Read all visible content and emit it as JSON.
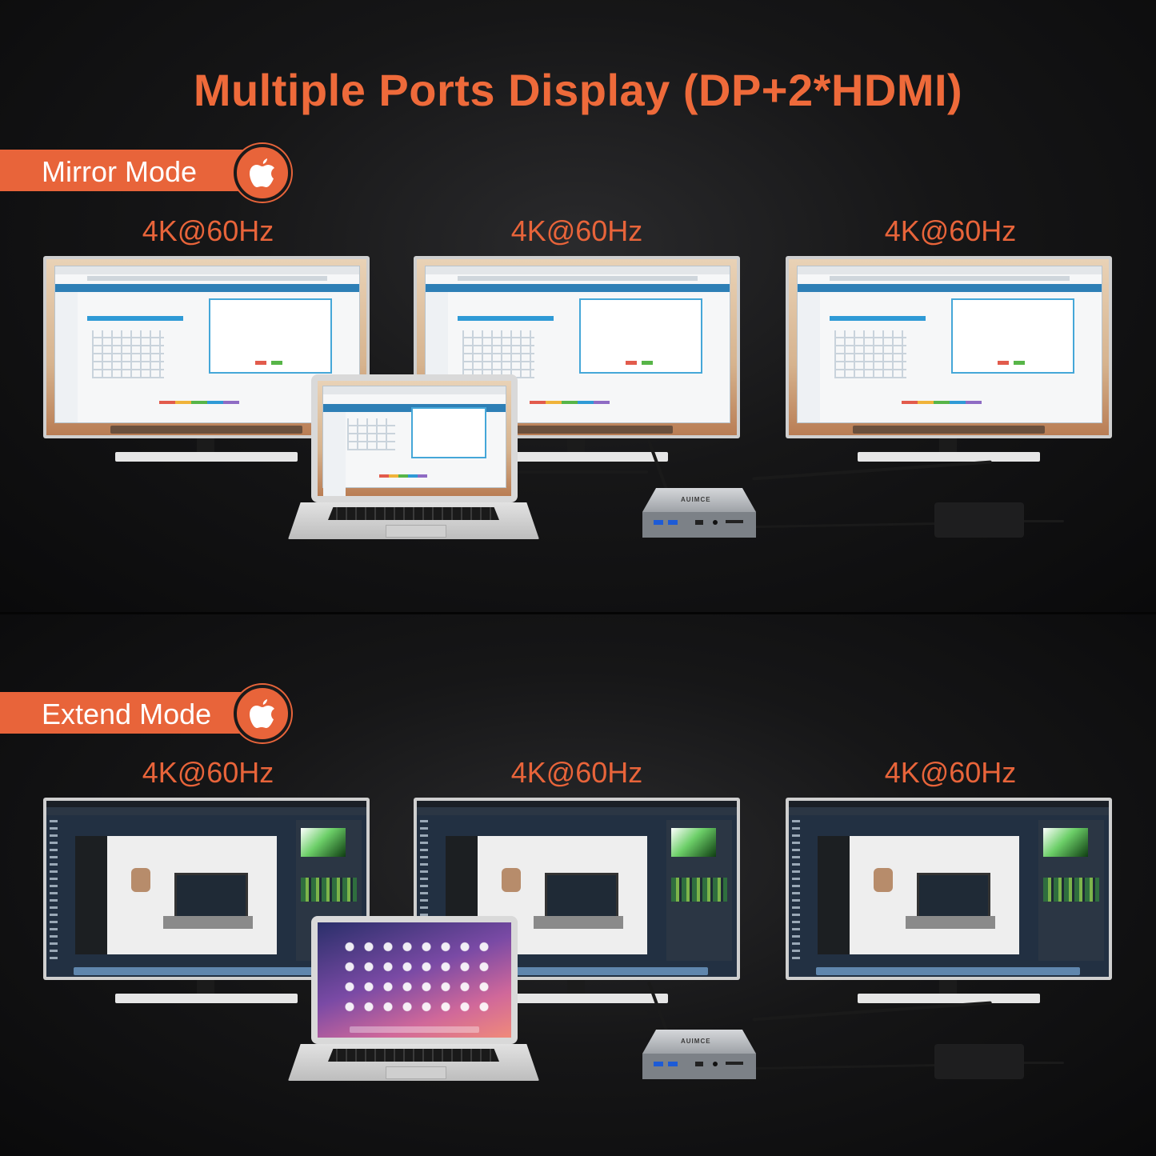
{
  "title": "Multiple Ports Display (DP+2*HDMI)",
  "colors": {
    "accent": "#e8643a",
    "background": "#141415"
  },
  "mirror": {
    "label": "Mirror Mode",
    "icon": "apple-logo-icon",
    "resolutions": [
      "4K@60Hz",
      "4K@60Hz",
      "4K@60Hz"
    ]
  },
  "extend": {
    "label": "Extend Mode",
    "icon": "apple-logo-icon",
    "resolutions": [
      "4K@60Hz",
      "4K@60Hz",
      "4K@60Hz"
    ]
  },
  "hub": {
    "brand": "AUIMCE"
  }
}
